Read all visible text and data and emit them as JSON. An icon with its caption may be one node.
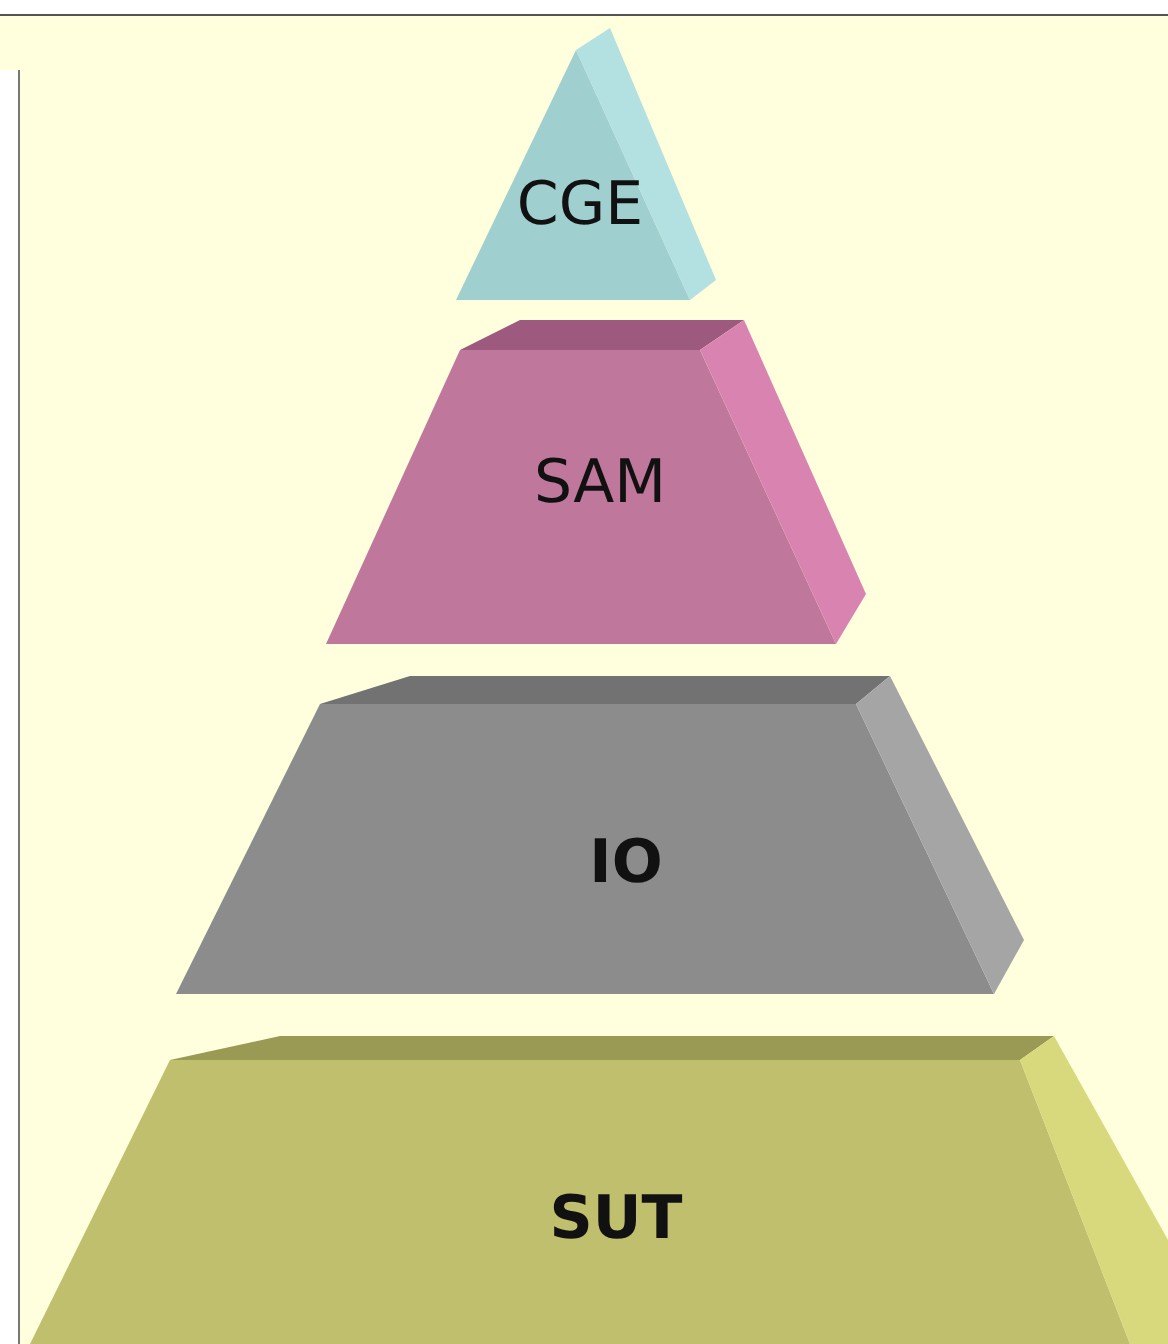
{
  "diagram": {
    "nodes": [
      {
        "text": [
          "CGE"
        ]
      },
      {
        "text": [
          "SAM"
        ]
      },
      {
        "text": [
          "IO"
        ]
      },
      {
        "text": [
          "SUT"
        ]
      }
    ]
  }
}
